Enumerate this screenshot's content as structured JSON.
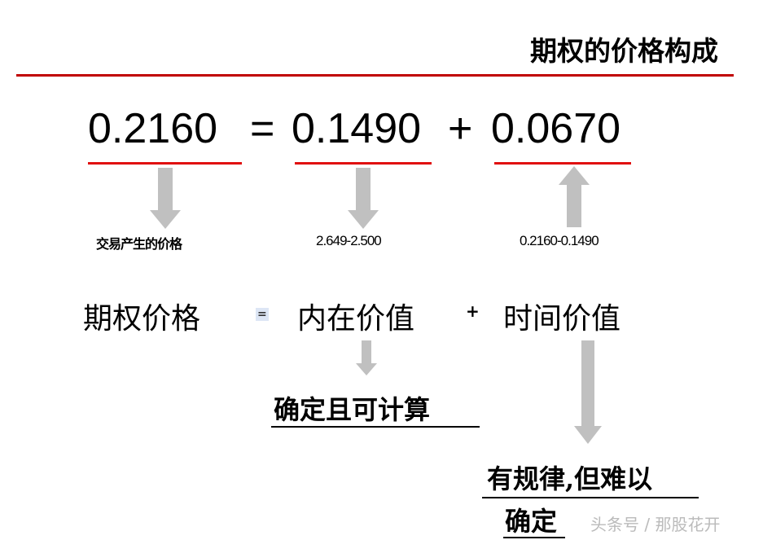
{
  "title": "期权的价格构成",
  "equation": {
    "total": "0.2160",
    "eq": "=",
    "intrinsic": "0.1490",
    "plus": "+",
    "time": "0.0670"
  },
  "notes": {
    "total": "交易产生的价格",
    "intrinsic": "2.649-2.500",
    "time": "0.2160-0.1490"
  },
  "formula": {
    "option_price": "期权价格",
    "eq": "=",
    "intrinsic_value": "内在价值",
    "plus": "+",
    "time_value": "时间价值"
  },
  "conclusions": {
    "intrinsic": "确定且可计算",
    "time_line1": "有规律,但难以",
    "time_line2": "确定"
  },
  "watermark": "头条号 / 那股花开",
  "colors": {
    "accent": "#c00000",
    "arrow": "#c0c0c0"
  }
}
